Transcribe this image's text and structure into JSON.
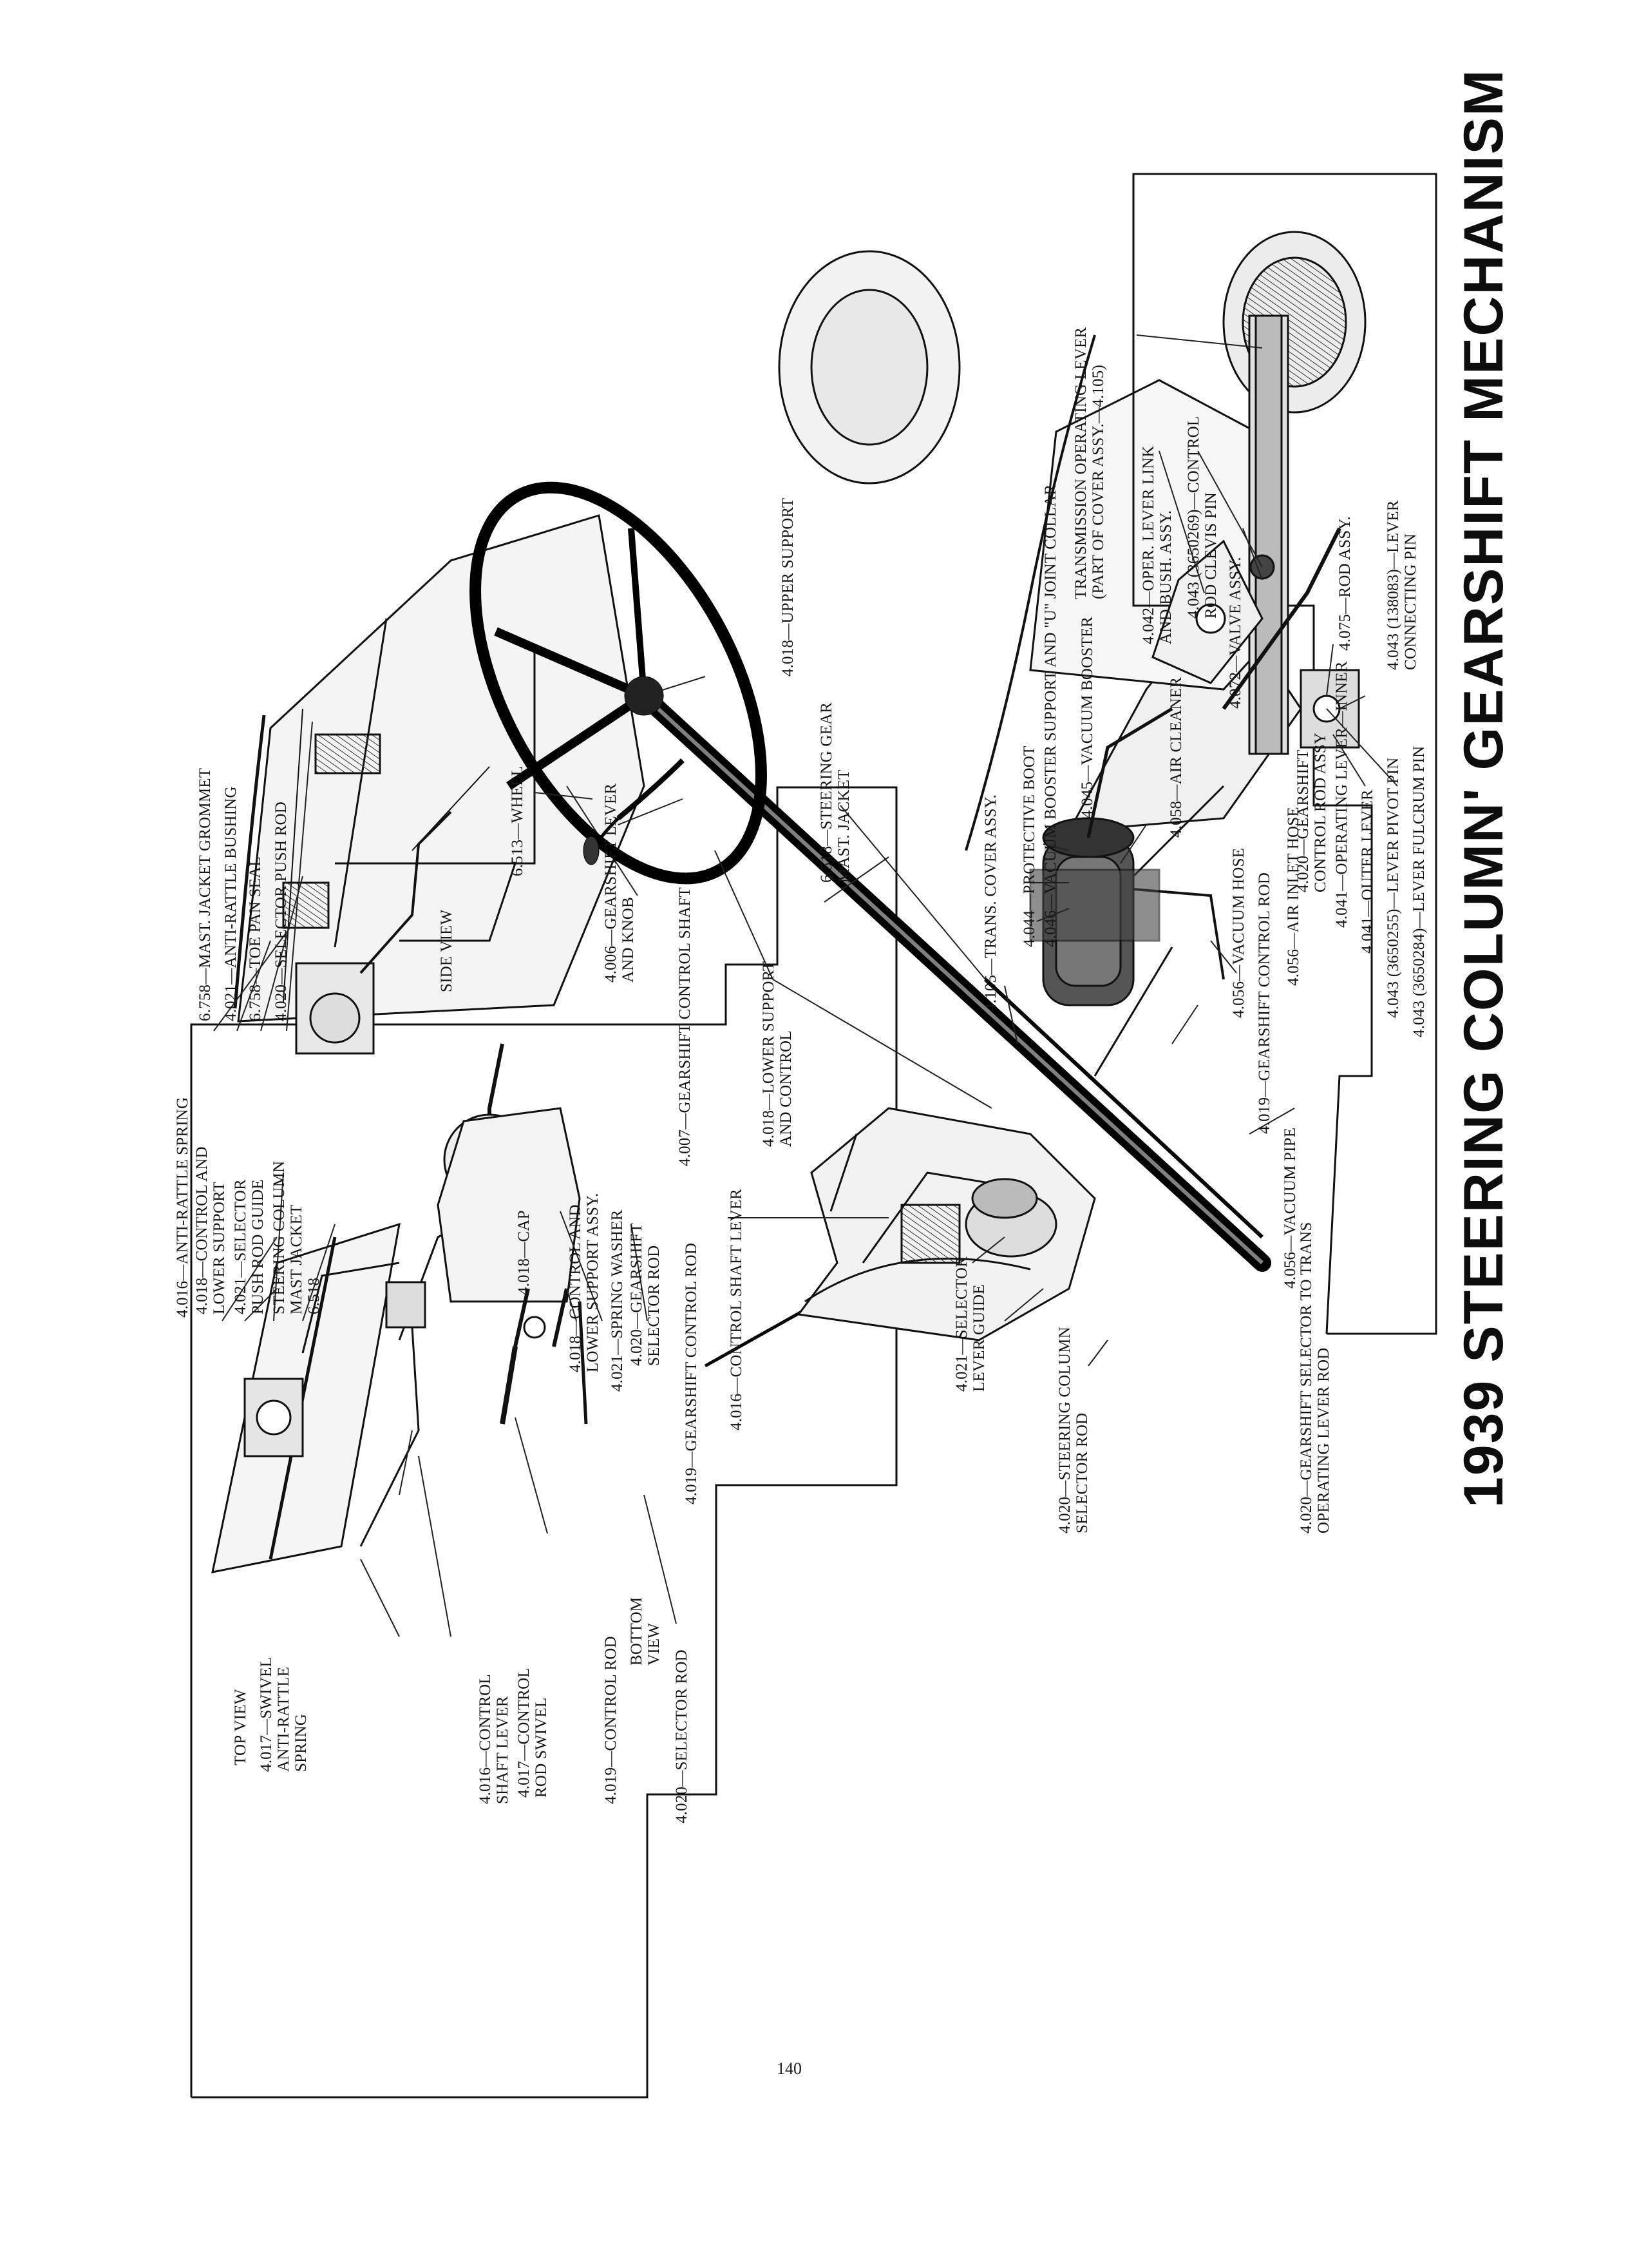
{
  "title": "1939 STEERING COLUMN' GEARSHIFT MECHANISM",
  "page_number": "140",
  "inset_left_labels": [
    {
      "id": "mast-jacket-grommet",
      "text": "6.758—MAST. JACKET GROMMET"
    },
    {
      "id": "anti-rattle-bushing",
      "text": "4.021—ANTI-RATTLE BUSHING"
    },
    {
      "id": "toe-pan-seal",
      "text": "6.758—TOE PAN SEAL"
    },
    {
      "id": "selector-push-rod",
      "text": "4.020—SELECTOR PUSH ROD"
    },
    {
      "id": "anti-rattle-spring",
      "text": "4.016—ANTI-RATTLE SPRING"
    },
    {
      "id": "control-lower-support",
      "text": "4.018—CONTROL AND\nLOWER SUPPORT"
    },
    {
      "id": "selector-push-rod-guide",
      "text": "4.021—SELECTOR\nPUSH ROD GUIDE"
    },
    {
      "id": "steering-column-mast-jacket",
      "text": "STEERING COLUMN\nMAST JACKET\n6.518"
    },
    {
      "id": "side-view",
      "text": "SIDE VIEW"
    },
    {
      "id": "cap",
      "text": "4.018—CAP"
    },
    {
      "id": "control-lower-support-assy",
      "text": "4.018—CONTROL AND\nLOWER SUPPORT ASSY."
    },
    {
      "id": "spring-washer",
      "text": "4.021—SPRING WASHER"
    },
    {
      "id": "gearshift-selector-rod",
      "text": "4.020—GEARSHIFT\nSELECTOR ROD"
    },
    {
      "id": "gearshift-control-rod-inset",
      "text": "4.019—GEARSHIFT CONTROL ROD"
    },
    {
      "id": "top-view",
      "text": "TOP VIEW"
    },
    {
      "id": "swivel-anti-rattle-spring",
      "text": "4.017—SWIVEL\nANTI-RATTLE\nSPRING"
    },
    {
      "id": "control-shaft-lever-inset",
      "text": "4.016—CONTROL\nSHAFT LEVER"
    },
    {
      "id": "control-rod-swivel",
      "text": "4.017—CONTROL\nROD SWIVEL"
    },
    {
      "id": "control-rod",
      "text": "4.019—CONTROL ROD"
    },
    {
      "id": "bottom-view",
      "text": "BOTTOM\nVIEW"
    },
    {
      "id": "selector-rod",
      "text": "4.020—SELECTOR ROD"
    }
  ],
  "main_labels": [
    {
      "id": "wheel",
      "text": "6.513—WHEEL"
    },
    {
      "id": "gearshift-lever-knob",
      "text": "4.006—GEARSHIFT LEVER\nAND KNOB"
    },
    {
      "id": "gearshift-control-shaft",
      "text": "4.007—GEARSHIFT CONTROL SHAFT"
    },
    {
      "id": "control-shaft-lever",
      "text": "4.016—CONTROL SHAFT LEVER"
    },
    {
      "id": "lower-support-control",
      "text": "4.018—LOWER SUPPORT\nAND CONTROL"
    },
    {
      "id": "upper-support",
      "text": "4.018—UPPER SUPPORT"
    },
    {
      "id": "steering-gear-mast-jacket",
      "text": "6.518—STEERING GEAR\nMAST. JACKET"
    },
    {
      "id": "trans-cover-assy",
      "text": "4.105—TRANS. COVER ASSY."
    },
    {
      "id": "protective-boot",
      "text": "4.044—PROTECTIVE BOOT"
    },
    {
      "id": "vacuum-booster-support",
      "text": "4.046—VACUUM BOOSTER SUPPORT AND \"U\" JOINT COLLAR"
    },
    {
      "id": "vacuum-booster",
      "text": "4.045—VACUUM BOOSTER"
    },
    {
      "id": "air-cleaner",
      "text": "4.058—AIR CLEANER"
    },
    {
      "id": "vacuum-hose",
      "text": "4.056—VACUUM HOSE"
    },
    {
      "id": "air-inlet-hose",
      "text": "4.056—AIR INLET HOSE"
    },
    {
      "id": "gearshift-control-rod-main",
      "text": "4.019—GEARSHIFT CONTROL ROD"
    },
    {
      "id": "vacuum-pipe",
      "text": "4.056—VACUUM PIPE"
    },
    {
      "id": "selector-lever-guide",
      "text": "4.021—SELECTOR\nLEVER GUIDE"
    },
    {
      "id": "steering-column-selector-rod",
      "text": "4.020—STEERING COLUMN\nSELECTOR ROD"
    },
    {
      "id": "selector-to-trans-rod",
      "text": "4.020—GEARSHIFT SELECTOR TO TRANS\nOPERATING LEVER ROD"
    }
  ],
  "inset_right_labels": [
    {
      "id": "trans-operating-lever",
      "text": "TRANSMISSION OPERATING LEVER\n(PART OF COVER ASSY.—4.105)"
    },
    {
      "id": "oper-lever-link",
      "text": "4.042—OPER. LEVER LINK\nAND BUSH. ASSY."
    },
    {
      "id": "control-rod-clevis-pin",
      "text": "4.043 (3650269)—CONTROL\nROD CLEVIS PIN"
    },
    {
      "id": "valve-assy",
      "text": "4.072—VALVE ASSY."
    },
    {
      "id": "rod-assy",
      "text": "4.075—ROD ASSY."
    },
    {
      "id": "lever-connecting-pin",
      "text": "4.043 (138083)—LEVER\nCONNECTING PIN"
    },
    {
      "id": "gearshift-control-rod-assy",
      "text": "4.020—GEARSHIFT\nCONTROL ROD ASSY"
    },
    {
      "id": "operating-lever-inner",
      "text": "4.041—OPERATING LEVER—INNER"
    },
    {
      "id": "outer-lever",
      "text": "4.041—OUTER LEVER"
    },
    {
      "id": "lever-pivot-pin",
      "text": "4.043 (3650255)—LEVER PIVOT PIN"
    },
    {
      "id": "lever-fulcrum-pin",
      "text": "4.043 (3650284)—LEVER FULCRUM PIN"
    }
  ]
}
